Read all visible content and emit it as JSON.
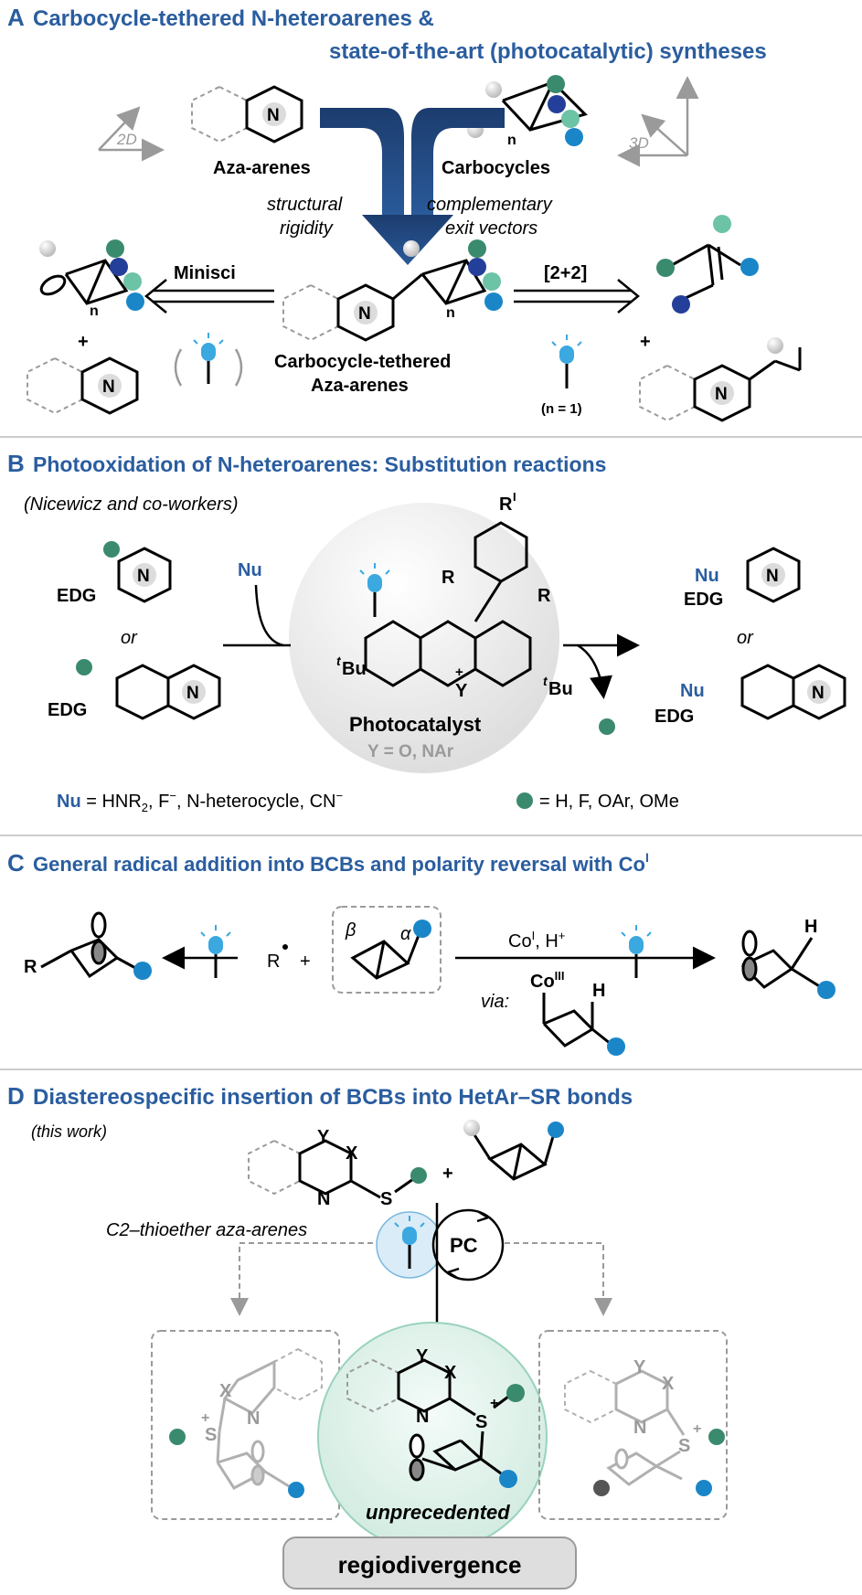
{
  "sections": {
    "A": {
      "letter": "A",
      "title_line1": "Carbocycle-tethered N-heteroarenes &",
      "title_line2": "state-of-the-art (photocatalytic) syntheses",
      "label_2d": "2D",
      "label_3d": "3D",
      "aza_arenes": "Aza-arenes",
      "carbocycles": "Carbocycles",
      "n_label": "n",
      "structural_1": "structural",
      "structural_2": "rigidity",
      "exit_1": "complementary",
      "exit_2": "exit vectors",
      "minisci": "Minisci",
      "cyclo": "[2+2]",
      "plus": "+",
      "center_1": "Carbocycle-tethered",
      "center_2": "Aza-arenes",
      "n_eq": "(n = 1)"
    },
    "B": {
      "letter": "B",
      "title": "Photooxidation of N-heteroarenes: Substitution reactions",
      "subtitle": "(Nicewicz and co-workers)",
      "edg": "EDG",
      "or": "or",
      "nu": "Nu",
      "r": "R",
      "rl": "R",
      "rl_sup": "I",
      "tbu_t": "t",
      "tbu": "Bu",
      "y": "Y",
      "plus_charge": "+",
      "photocatalyst": "Photocatalyst",
      "y_def": "Y = O, NAr",
      "nu_def_label": "Nu",
      "nu_def_eq": " = HNR",
      "nu_def_sub": "2",
      "nu_def_rest": ", F",
      "nu_def_rest2": ", N-heterocycle, CN",
      "minus": "−",
      "dot_def": "= H, F, OAr, OMe"
    },
    "C": {
      "letter": "C",
      "title": "General radical addition into BCBs and polarity reversal with Co",
      "title_sup": "I",
      "r": "R",
      "r_radical": "R",
      "plus": "+",
      "beta": "β",
      "alpha": "α",
      "co_cond": "Co",
      "co_cond_sup": "I",
      "h_cond": ", H",
      "h_cond_sup": "+",
      "via": "via:",
      "co_int": "Co",
      "co_int_sup": "III",
      "h": "H"
    },
    "D": {
      "letter": "D",
      "title": "Diastereospecific insertion of BCBs into HetAr–SR bonds",
      "subtitle": "(this work)",
      "y": "Y",
      "x": "X",
      "n": "N",
      "s": "S",
      "plus": "+",
      "thioether": "C2–thioether aza-arenes",
      "pc": "PC",
      "unprecedented": "unprecedented",
      "regio": "regiodivergence"
    }
  },
  "colors": {
    "title_blue": "#2a5d9f",
    "dark_green": "#3a8a6e",
    "light_green": "#6cc3a6",
    "dark_blue": "#243f9a",
    "cyan_blue": "#1a86c8",
    "white_ball": "#dcdcdc",
    "arrow_navy": "#1c3c6e",
    "gray": "#9a9a9a"
  }
}
